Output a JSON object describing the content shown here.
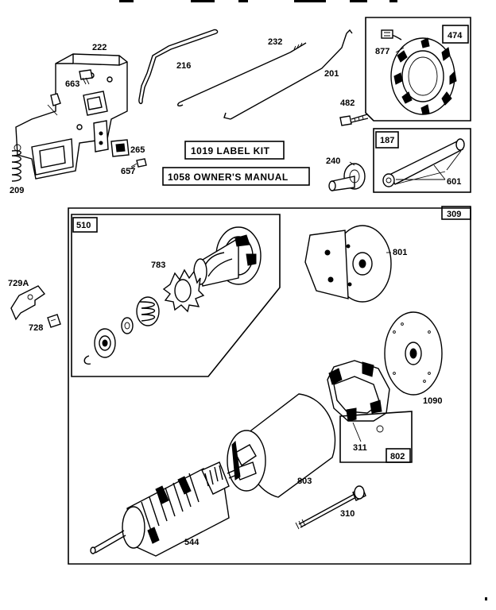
{
  "parts": {
    "p222": "222",
    "p216": "216",
    "p232": "232",
    "p201": "201",
    "p474": "474",
    "p877": "877",
    "p663": "663",
    "p482": "482",
    "p187": "187",
    "p601": "601",
    "p265": "265",
    "p657": "657",
    "p209": "209",
    "p240": "240",
    "p309": "309",
    "p510": "510",
    "p783": "783",
    "p801": "801",
    "p729a": "729A",
    "p728": "728",
    "p1090": "1090",
    "p311": "311",
    "p802": "802",
    "p803": "803",
    "p310": "310",
    "p544": "544"
  },
  "kits": {
    "label_kit": "1019  LABEL KIT",
    "owners_manual": "1058  OWNER'S MANUAL"
  }
}
